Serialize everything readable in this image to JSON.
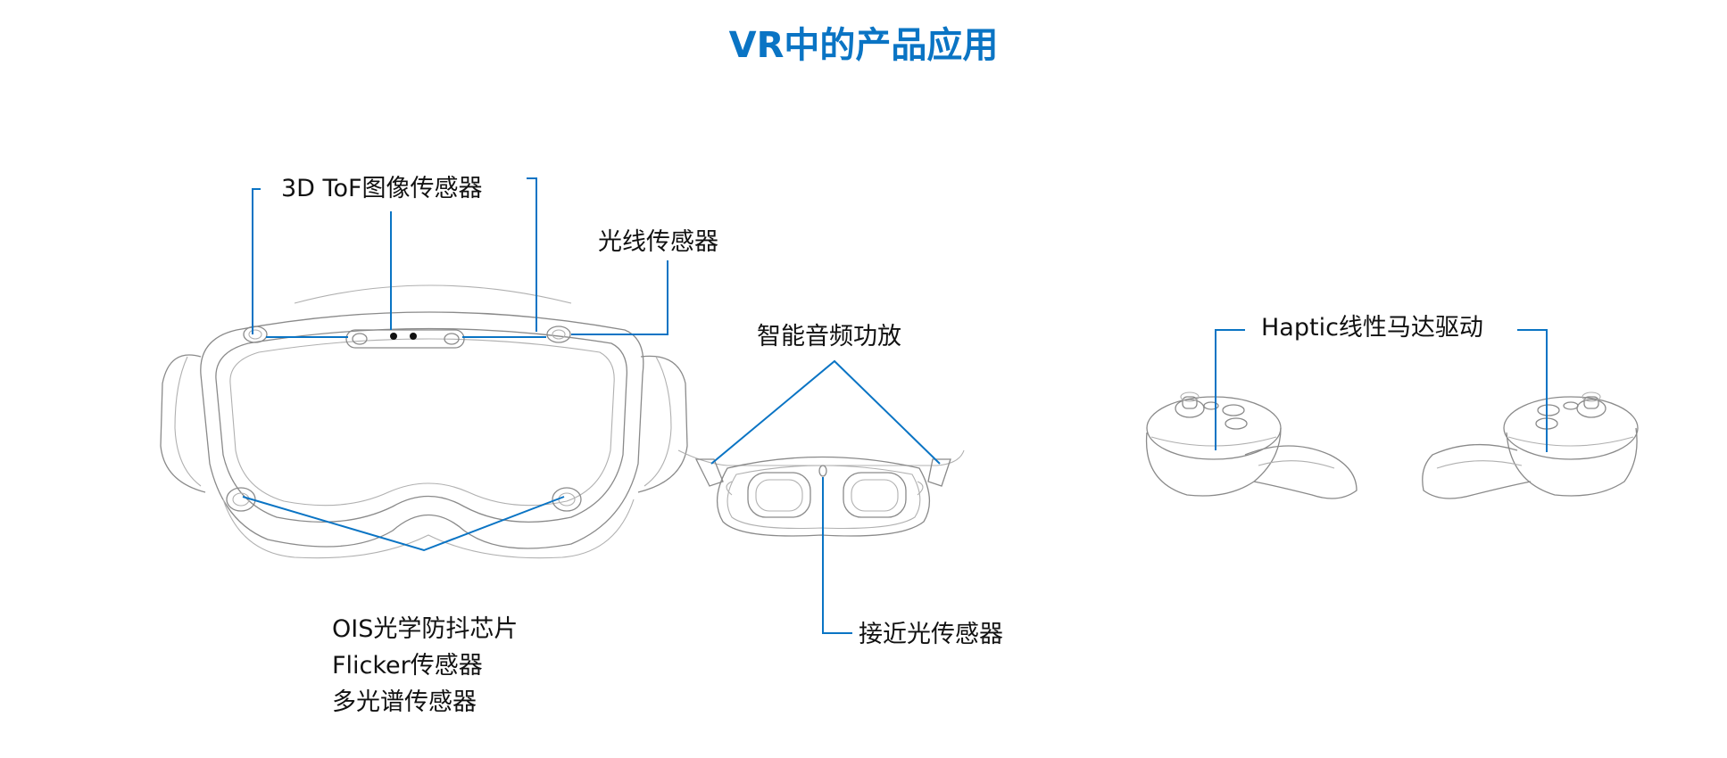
{
  "title": "VR中的产品应用",
  "labels": {
    "tof": "3D ToF图像传感器",
    "light": "光线传感器",
    "audio": "智能音频功放",
    "haptic": "Haptic线性马达驱动",
    "ois_lines": [
      "OIS光学防抖芯片",
      "Flicker传感器",
      "多光谱传感器"
    ],
    "proximity": "接近光传感器"
  },
  "colors": {
    "accent": "#0a74c4",
    "text": "#111111",
    "drawing": "#8a8a8a"
  }
}
